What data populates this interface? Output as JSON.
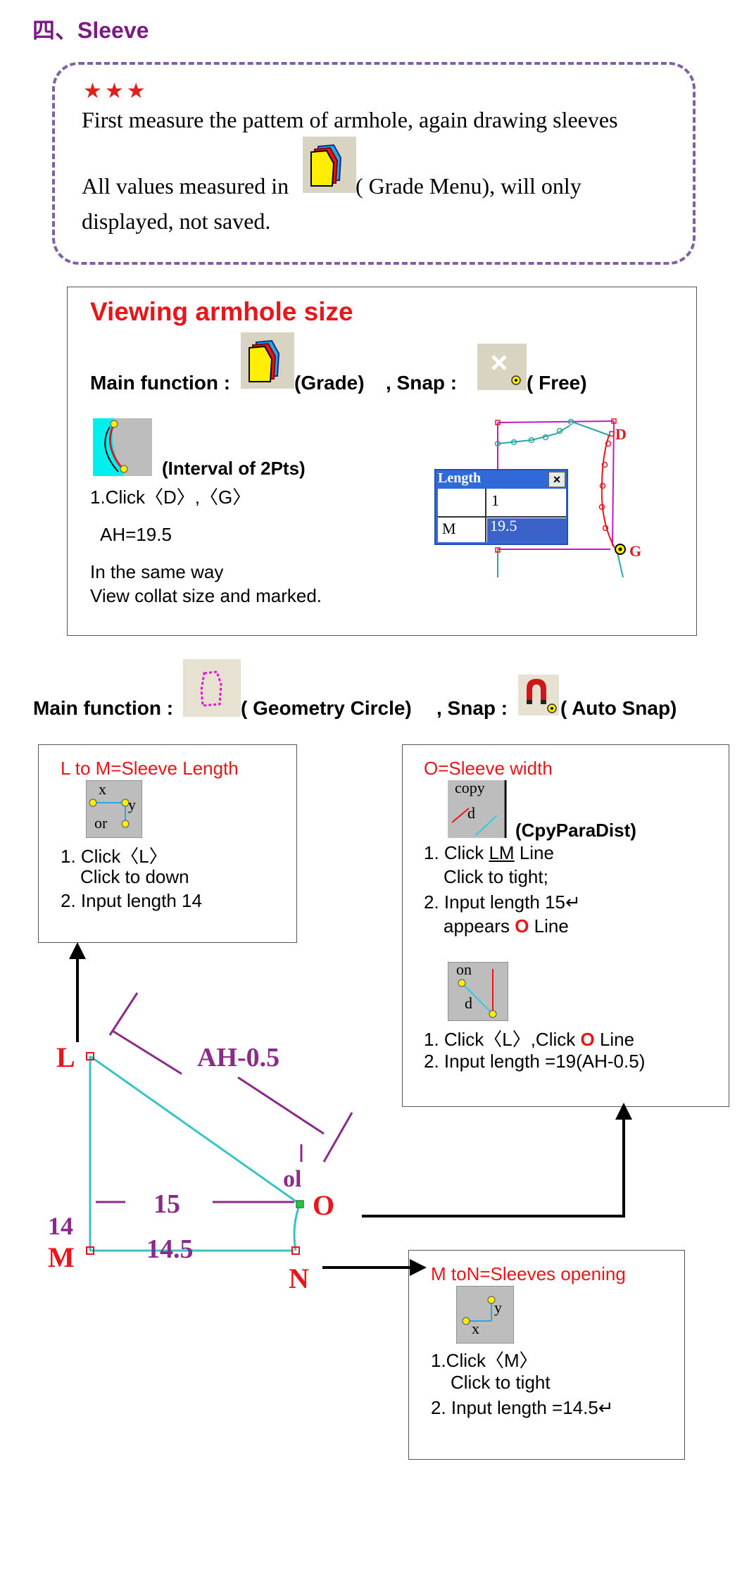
{
  "section_title": "四、Sleeve",
  "notes": {
    "stars": "★★★",
    "line1": "First measure the pattem of armhole, again drawing sleeves",
    "line2a": "All values measured in",
    "line2b": "( Grade Menu), will only",
    "line3": "displayed, not saved."
  },
  "armhole": {
    "heading": "Viewing armhole size",
    "main_fn": "Main function :",
    "grade": "(Grade)",
    "snap": ", Snap :",
    "free": "( Free)",
    "interval": "(Interval of 2Pts)",
    "step1": "1.Click〈D〉,〈G〉",
    "ah": "AH=19.5",
    "same1": "In the same way",
    "same2": "View collat size and marked.",
    "dialog": {
      "title": "Length",
      "close": "×",
      "header": "1",
      "row_label": "M",
      "row_value": "19.5"
    },
    "fig_labels": {
      "d": "D",
      "g": "G"
    }
  },
  "main2": {
    "main_fn": "Main function :",
    "geometry": "( Geometry Circle)",
    "snap": ", Snap :",
    "auto": "( Auto Snap)"
  },
  "box_lm": {
    "title": "L to M=Sleeve Length",
    "icon_top": "x",
    "icon_or": "or",
    "icon_y": "y",
    "step1": "1. Click〈L〉",
    "step1b": "Click to down",
    "step2": "2. Input length 14"
  },
  "box_o": {
    "title": "O=Sleeve width",
    "copy": "copy",
    "d": "d",
    "cpy": "(CpyParaDist)",
    "s1a": "1. Click ",
    "s1lm": "LM",
    "s1b": " Line",
    "s1c": "Click to tight;",
    "s2": "2. Input length 15↵",
    "s2b_pre": "appears ",
    "s2b_o": "O",
    "s2b_post": " Line",
    "on": "on",
    "d2": "d",
    "s3a": "1. Click〈L〉,Click ",
    "s3o": "O",
    "s3b": " Line",
    "s4": "2. Input length =19(AH-0.5)"
  },
  "box_mn": {
    "title": "M toN=Sleeves opening",
    "icon_y": "y",
    "icon_x": "x",
    "s1": "1.Click〈M〉",
    "s1b": "Click to tight",
    "s2": "2. Input length =14.5↵"
  },
  "diagram": {
    "L": "L",
    "M": "M",
    "N": "N",
    "O": "O",
    "ol": "ol",
    "ah": "AH-0.5",
    "d15": "15",
    "d14": "14",
    "d145": "14.5"
  },
  "colors": {
    "purple": "#7b1a86",
    "red": "#e8161b",
    "cyan": "#38c4c4",
    "magenta": "#c01ac8"
  }
}
